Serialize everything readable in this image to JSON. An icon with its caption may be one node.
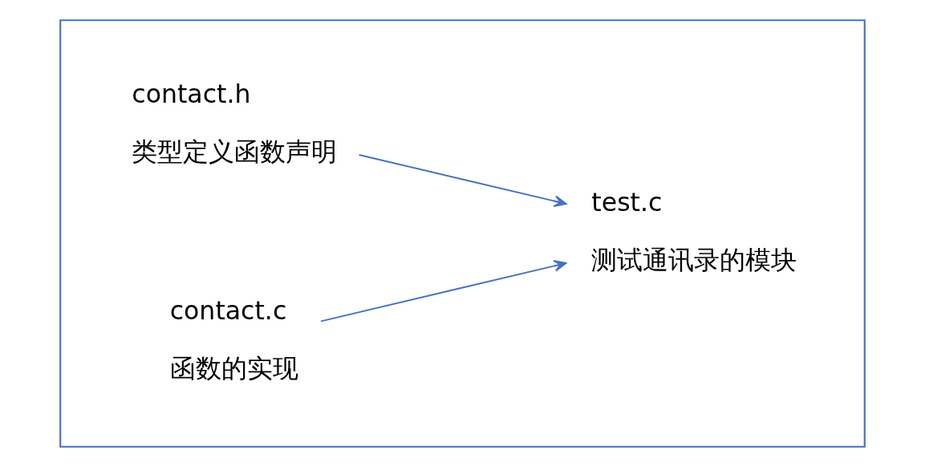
{
  "diagram": {
    "nodes": [
      {
        "text": [],
        "shape": "box"
      },
      {
        "text": [
          "contact.h",
          "类型定义函数声明"
        ],
        "in": 0
      },
      {
        "text": [
          "contact.c",
          "函数的实现"
        ],
        "in": 0
      },
      {
        "text": [
          "test.c",
          "测试通讯录的模块"
        ],
        "in": 0
      }
    ],
    "edges": [
      {
        "from": 1,
        "to": 3,
        "arrow": "to"
      },
      {
        "from": 2,
        "to": 3,
        "arrow": "to"
      }
    ]
  }
}
